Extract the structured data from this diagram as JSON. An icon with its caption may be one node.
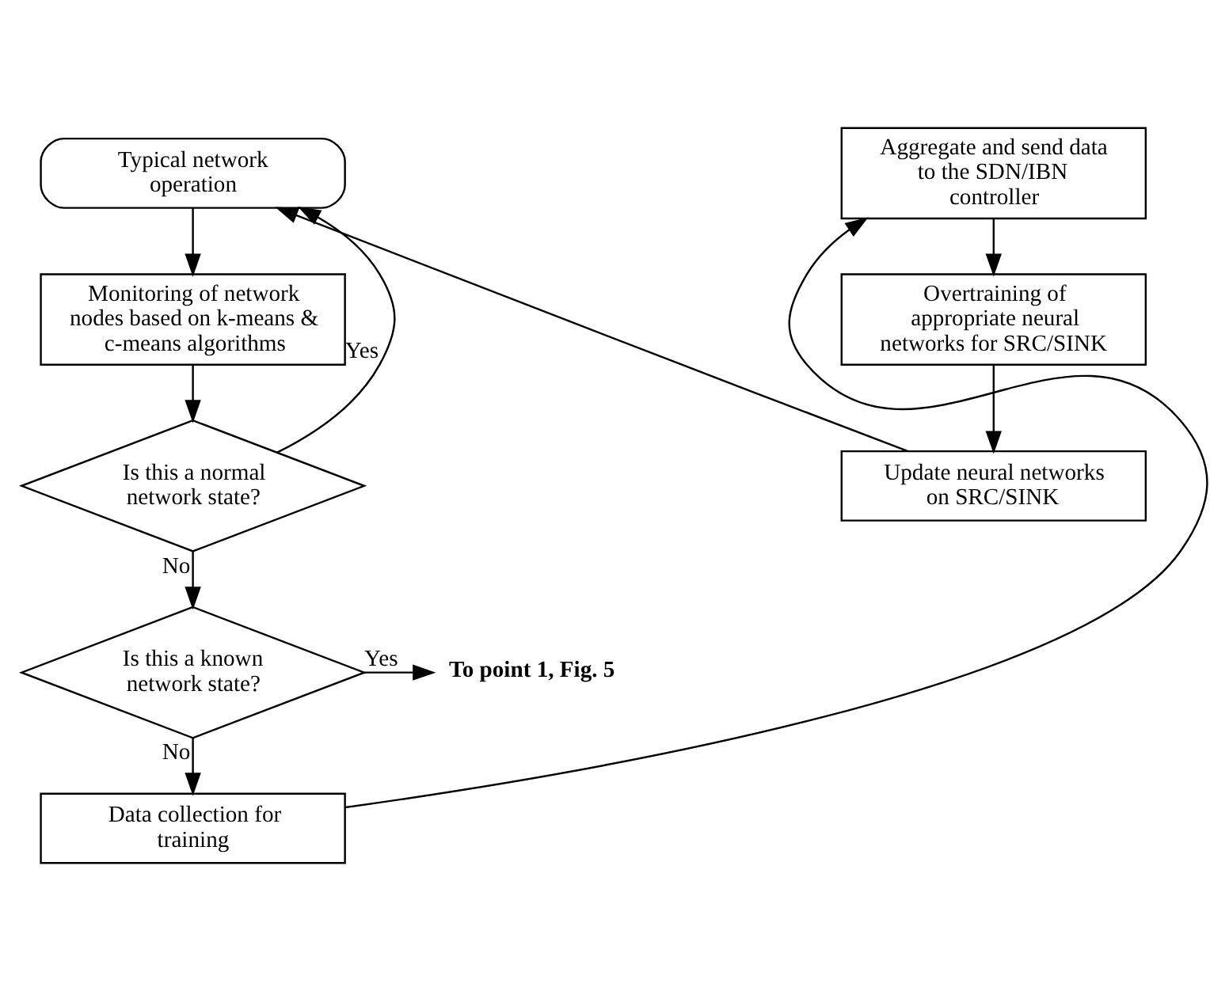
{
  "diagram": {
    "nodes": [
      {
        "text": [
          "Typical network operation"
        ]
      },
      {
        "text": [
          "Monitoring of network nodes based on k-means & c-means algorithms"
        ]
      },
      {
        "text": [
          "Is this a normal network state?"
        ]
      },
      {
        "text": [
          "Is this a known network state?"
        ]
      },
      {
        "text": [
          "Data collection for training"
        ]
      },
      {
        "text": [
          "Aggregate and send data to the SDN/IBN controller"
        ]
      },
      {
        "text": [
          "Overtraining of appropriate neural networks for SRC/SINK"
        ]
      },
      {
        "text": [
          "Update neural networks on SRC/SINK"
        ]
      },
      {
        "text": [
          "To point 1, Fig. 5"
        ]
      }
    ],
    "edges": [
      {
        "from": 0,
        "to": 1,
        "arrow": "to"
      },
      {
        "from": 1,
        "to": 2,
        "arrow": "to"
      },
      {
        "from": 2,
        "to": 0,
        "arrow": "to",
        "label": "Yes"
      },
      {
        "from": 2,
        "to": 3,
        "arrow": "to",
        "label": "No"
      },
      {
        "from": 3,
        "to": 8,
        "arrow": "to",
        "label": "Yes"
      },
      {
        "from": 3,
        "to": 4,
        "arrow": "to",
        "label": "No"
      },
      {
        "from": 4,
        "to": 5,
        "arrow": "to"
      },
      {
        "from": 5,
        "to": 6,
        "arrow": "to"
      },
      {
        "from": 6,
        "to": 7,
        "arrow": "to"
      },
      {
        "from": 7,
        "to": 0,
        "arrow": "to"
      }
    ]
  }
}
